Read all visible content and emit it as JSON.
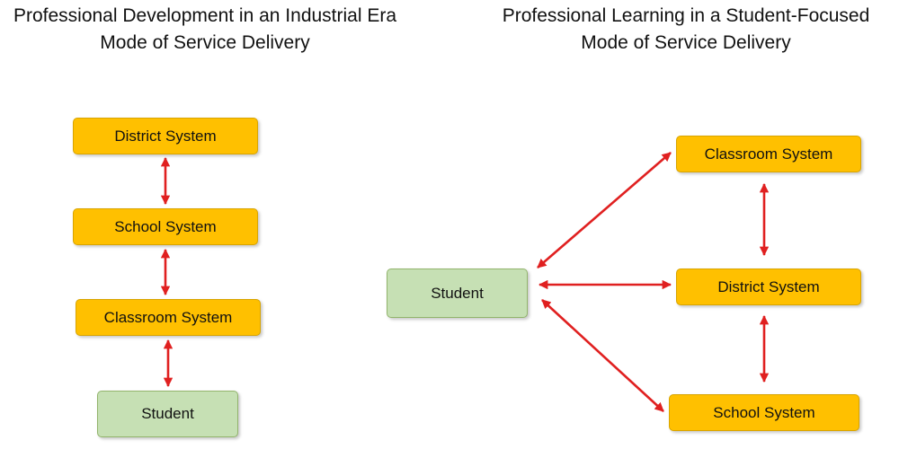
{
  "left_diagram": {
    "title_line1": "Professional Development in an Industrial Era",
    "title_line2": "Mode of Service Delivery",
    "nodes": {
      "district": "District System",
      "school": "School System",
      "classroom": "Classroom System",
      "student": "Student"
    }
  },
  "right_diagram": {
    "title_line1": "Professional Learning in a Student-Focused",
    "title_line2": "Mode of Service Delivery",
    "nodes": {
      "classroom": "Classroom System",
      "district": "District System",
      "school": "School System",
      "student": "Student"
    }
  },
  "colors": {
    "system_box_fill": "#ffc000",
    "student_box_fill": "#c6e0b4",
    "arrow": "#e02020"
  }
}
